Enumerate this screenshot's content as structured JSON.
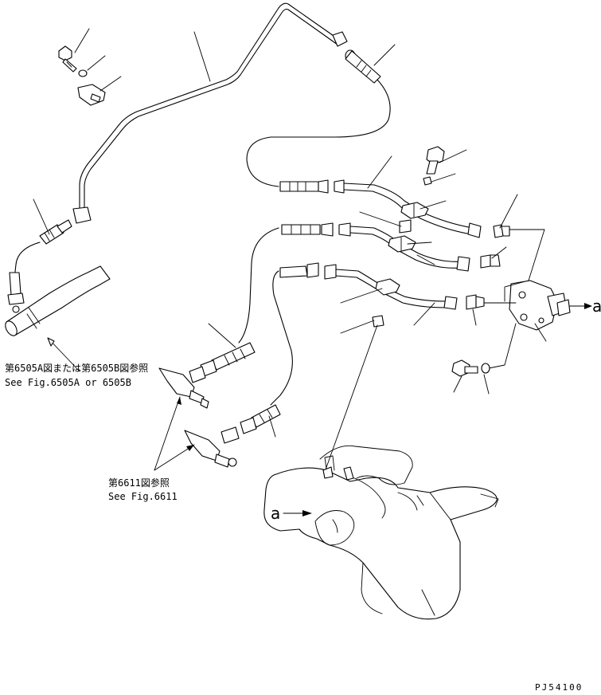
{
  "references": {
    "fig6505_jp": "第6505A図または第6505B図参照",
    "fig6505_en": "See Fig.6505A or 6505B",
    "fig6611_jp": "第6611図参照",
    "fig6611_en": "See Fig.6611"
  },
  "connection_marks": {
    "right": "a",
    "bottom": "a"
  },
  "drawing_code": "PJ54100"
}
